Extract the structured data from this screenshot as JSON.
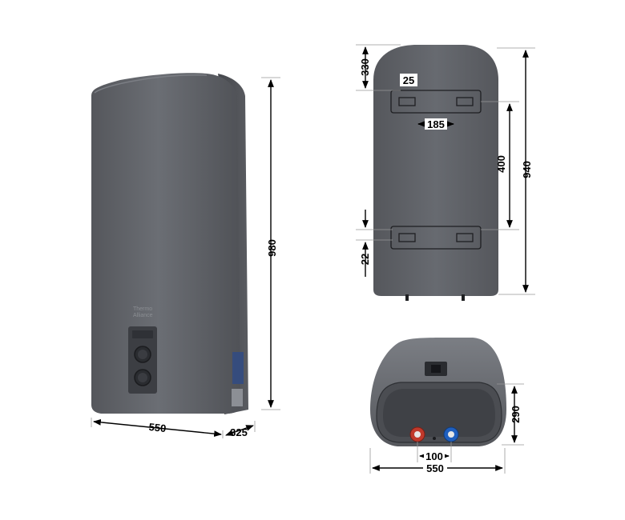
{
  "brand": {
    "line1": "Thermo",
    "line2": "Alliance"
  },
  "dimensions": {
    "front": {
      "height": "980",
      "width": "550",
      "depth": "325"
    },
    "back": {
      "top_offset": "330",
      "bracket_width": "25",
      "bracket_spacing": "185",
      "bracket_distance": "400",
      "total_height": "940",
      "bottom_offset": "22"
    },
    "bottom": {
      "height": "290",
      "pipe_spacing": "100",
      "width": "550"
    }
  },
  "colors": {
    "body": "#5f6167",
    "body_dark": "#4a4c51",
    "body_light": "#6e7177",
    "panel": "#3c3e43",
    "hot": "#c0392b",
    "cold": "#1f5fbf",
    "label": "#2c4a8a"
  }
}
